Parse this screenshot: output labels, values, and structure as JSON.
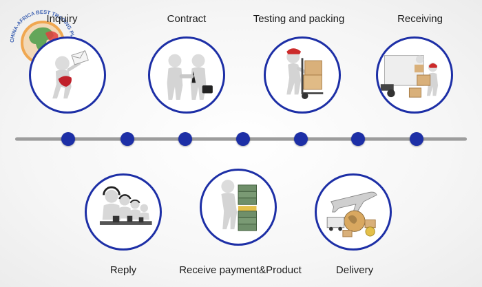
{
  "logo": {
    "text": "CHINA-AFRICA BEST TRADING PLATFORM"
  },
  "steps_top": [
    {
      "label": "Inquiry",
      "icon": "person-with-envelope-icon"
    },
    {
      "label": "Contract",
      "icon": "handshake-icon"
    },
    {
      "label": "Testing and packing",
      "icon": "hand-truck-boxes-icon"
    },
    {
      "label": "Receiving",
      "icon": "truck-unloading-icon"
    }
  ],
  "steps_bottom": [
    {
      "label": "Reply",
      "icon": "call-center-operators-icon"
    },
    {
      "label": "Receive payment&Product",
      "icon": "money-stacks-icon"
    },
    {
      "label": "Delivery",
      "icon": "plane-globe-logistics-icon"
    }
  ],
  "colors": {
    "accent": "#1d2fa6",
    "line": "#a8a8a8",
    "figure": "#d9d9d9"
  }
}
